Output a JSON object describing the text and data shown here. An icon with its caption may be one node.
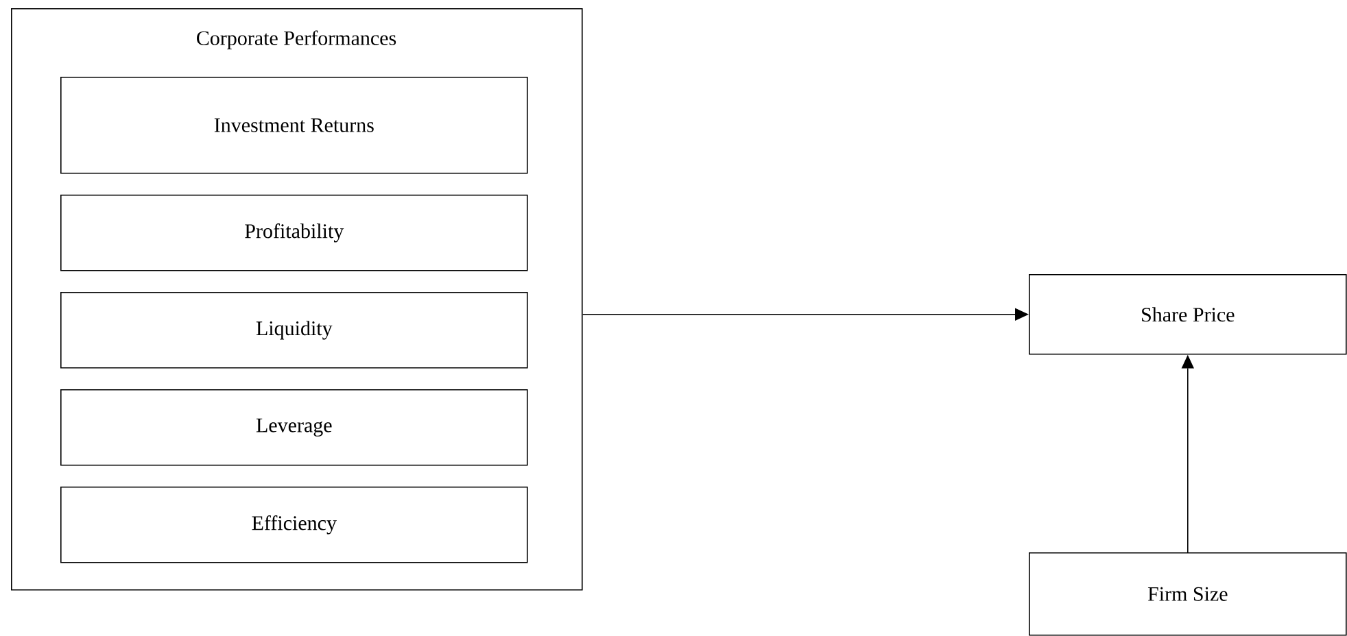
{
  "diagram": {
    "nodes": [
      {
        "text": [
          "Corporate Performances"
        ]
      },
      {
        "text": [
          "Investment Returns"
        ],
        "in": 0
      },
      {
        "text": [
          "Profitability"
        ],
        "in": 0
      },
      {
        "text": [
          "Liquidity"
        ],
        "in": 0
      },
      {
        "text": [
          "Leverage"
        ],
        "in": 0
      },
      {
        "text": [
          "Efficiency"
        ],
        "in": 0
      },
      {
        "text": [
          "Share Price"
        ]
      },
      {
        "text": [
          "Firm Size"
        ]
      }
    ],
    "edges": [
      {
        "from": 0,
        "to": 6,
        "arrow": "to"
      },
      {
        "from": 7,
        "to": 6,
        "arrow": "to"
      }
    ]
  }
}
